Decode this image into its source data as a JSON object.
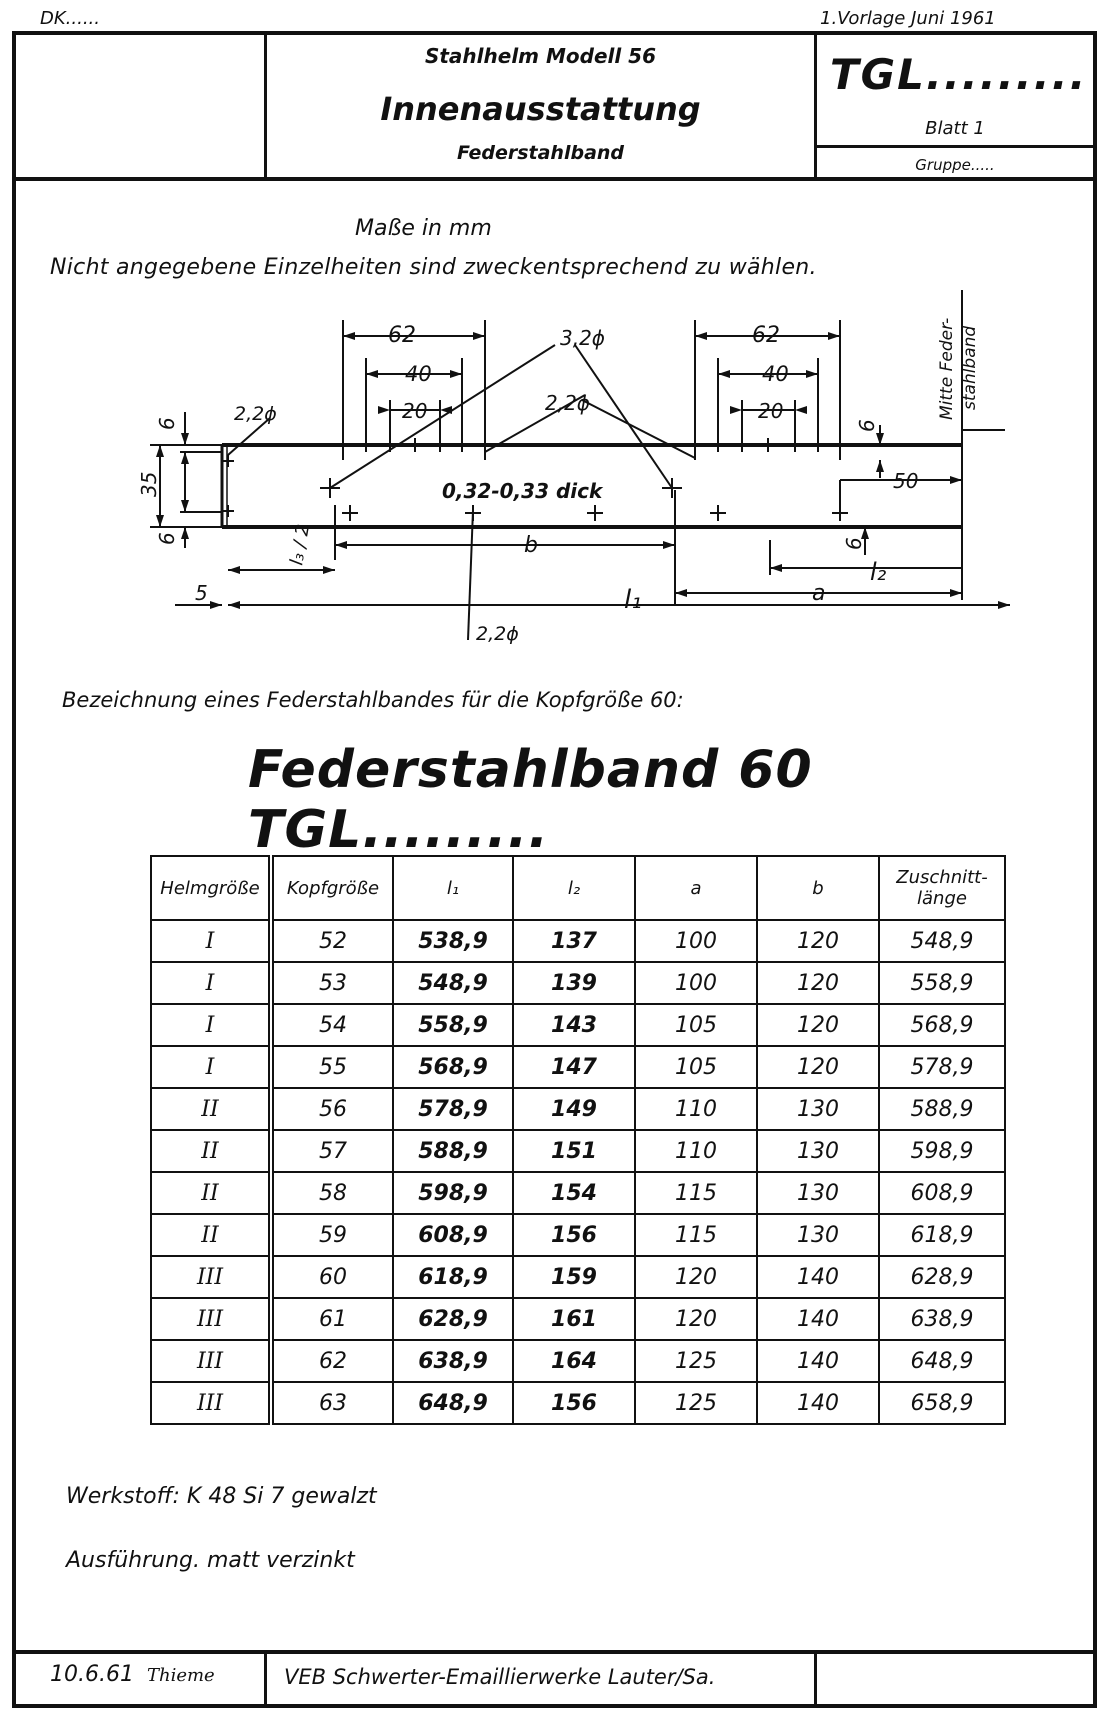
{
  "top": {
    "left": "DK......",
    "right": "1.Vorlage  Juni 1961"
  },
  "header": {
    "title_line1": "Stahlhelm Modell 56",
    "title_line2": "Innenausstattung",
    "title_line3": "Federstahlband",
    "tgl": "TGL.........",
    "blatt": "Blatt 1",
    "gruppe": "Gruppe....."
  },
  "notes": {
    "masse": "Maße in mm",
    "nicht": "Nicht angegebene Einzelheiten sind zweckentsprechend zu wählen."
  },
  "drawing": {
    "dim_62_left": "62",
    "dim_40_left": "40",
    "dim_20_left": "20",
    "dim_62_right": "62",
    "dim_40_right": "40",
    "dim_20_right": "20",
    "hole_32": "3,2ϕ",
    "hole_22_a": "2,2ϕ",
    "hole_22_b": "2,2ϕ",
    "hole_22_c": "2,2ϕ",
    "dim_6_top": "6",
    "dim_35": "35",
    "dim_6_bot": "6",
    "dim_6_right_top": "6",
    "dim_6_right_bot": "6",
    "dim_50": "50",
    "thickness": "0,32-0,33 dick",
    "dim_b": "b",
    "dim_l3_2": "l₃ / 2",
    "dim_5": "5",
    "dim_l1": "l₁",
    "dim_l2": "l₂",
    "dim_a": "a",
    "mitte": "Mitte Feder-",
    "mitte2": "stahlband"
  },
  "bezeichnung": "Bezeichnung eines Federstahlbandes für die Kopfgröße 60:",
  "big_label": "Federstahlband 60 TGL.........",
  "table": {
    "headers": [
      "Helmgröße",
      "Kopfgröße",
      "l₁",
      "l₂",
      "a",
      "b",
      "Zuschnitt-länge"
    ],
    "rows": [
      [
        "I",
        "52",
        "538,9",
        "137",
        "100",
        "120",
        "548,9"
      ],
      [
        "I",
        "53",
        "548,9",
        "139",
        "100",
        "120",
        "558,9"
      ],
      [
        "I",
        "54",
        "558,9",
        "143",
        "105",
        "120",
        "568,9"
      ],
      [
        "I",
        "55",
        "568,9",
        "147",
        "105",
        "120",
        "578,9"
      ],
      [
        "II",
        "56",
        "578,9",
        "149",
        "110",
        "130",
        "588,9"
      ],
      [
        "II",
        "57",
        "588,9",
        "151",
        "110",
        "130",
        "598,9"
      ],
      [
        "II",
        "58",
        "598,9",
        "154",
        "115",
        "130",
        "608,9"
      ],
      [
        "II",
        "59",
        "608,9",
        "156",
        "115",
        "130",
        "618,9"
      ],
      [
        "III",
        "60",
        "618,9",
        "159",
        "120",
        "140",
        "628,9"
      ],
      [
        "III",
        "61",
        "628,9",
        "161",
        "120",
        "140",
        "638,9"
      ],
      [
        "III",
        "62",
        "638,9",
        "164",
        "125",
        "140",
        "648,9"
      ],
      [
        "III",
        "63",
        "648,9",
        "156",
        "125",
        "140",
        "658,9"
      ]
    ]
  },
  "werkstoff": "Werkstoff: K 48 Si 7 gewalzt",
  "ausfuehrung": "Ausführung. matt verzinkt",
  "footer": {
    "date": "10.6.61",
    "signature": "Thieme",
    "company": "VEB Schwerter-Emaillierwerke Lauter/Sa."
  }
}
